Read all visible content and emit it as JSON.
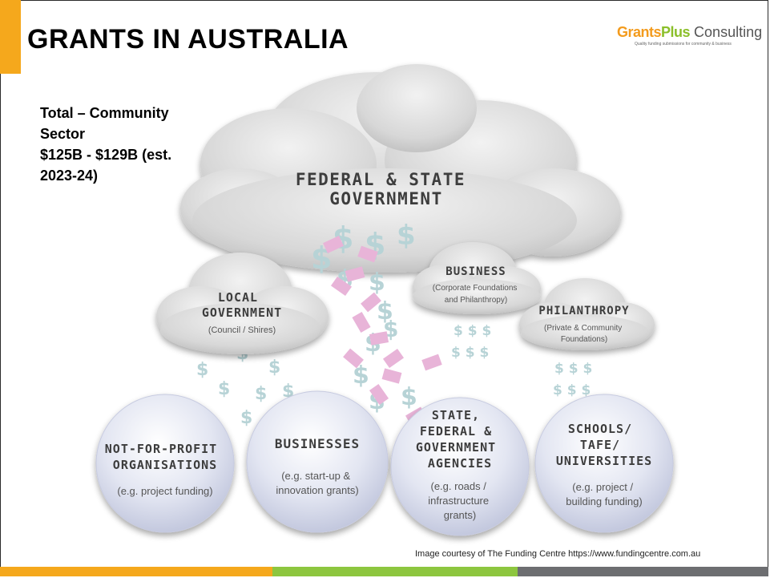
{
  "slide": {
    "title": "GRANTS IN AUSTRALIA",
    "total_lines": [
      "Total – Community",
      "Sector",
      "$125B - $129B (est.",
      "2023-24)"
    ],
    "credit": "Image courtesy of The Funding Centre https://www.fundingcentre.com.au"
  },
  "logo": {
    "grants": "Grants",
    "plus": "Plus",
    "consulting": " Consulting",
    "tagline": "Quality funding submissions for community & business"
  },
  "clouds": {
    "federal": {
      "title": [
        "FEDERAL & STATE",
        "GOVERNMENT"
      ]
    },
    "local": {
      "title": [
        "LOCAL",
        "GOVERNMENT"
      ],
      "sub": [
        "(Council / Shires)"
      ]
    },
    "business": {
      "title": [
        "BUSINESS"
      ],
      "sub": [
        "(Corporate Foundations",
        "and Philanthropy)"
      ]
    },
    "philanthropy": {
      "title": [
        "PHILANTHROPY"
      ],
      "sub": [
        "(Private & Community",
        "Foundations)"
      ]
    }
  },
  "circles": [
    {
      "title": [
        "NOT-FOR-PROFIT",
        "ORGANISATIONS"
      ],
      "sub": [
        "(e.g. project funding)"
      ]
    },
    {
      "title": [
        "BUSINESSES"
      ],
      "sub": [
        "(e.g. start-up &",
        "innovation grants)"
      ]
    },
    {
      "title": [
        "STATE,",
        "FEDERAL &",
        "GOVERNMENT",
        "AGENCIES"
      ],
      "sub": [
        "(e.g. roads /",
        "infrastructure",
        "grants)"
      ]
    },
    {
      "title": [
        "SCHOOLS/",
        "TAFE/",
        "UNIVERSITIES"
      ],
      "sub": [
        "(e.g. project /",
        "building funding)"
      ]
    }
  ],
  "colors": {
    "accent_orange": "#f5a81c",
    "accent_green": "#8dc63f",
    "accent_grey": "#6d6e71",
    "money_pink": "#e8b4d8",
    "dollar_teal": "#b7d3d6"
  }
}
